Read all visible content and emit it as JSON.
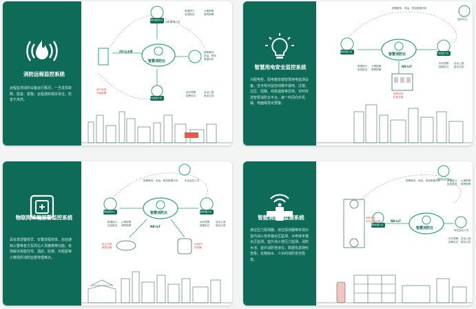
{
  "cards": [
    {
      "title": "消防远程监控系统",
      "desc": "远程监测消防设备运行概况，一旦发现故障、隐患、报警，远程通知相关单位，防患于未然。",
      "icon": "fire-wifi-icon",
      "cloud": "智慧消防云",
      "network": "4G/以太网",
      "nodes": [
        "消防监控中心",
        "消防管理人员",
        "数据统计\n信息推送",
        "火警报警\n故障报警",
        "报警服务\n电话、短信\n数据分析",
        "安全监控人员",
        "实时预警\n接警定位",
        "自动上报\n报告记录",
        "用户信息\n传输装置"
      ]
    },
    {
      "title": "智慧用电安全监控系统",
      "desc": "为配电柜、配电箱安装智慧用电监测设备，全天候对监控线路中漏电、过载、过压、短路、线缆温度等异常，实时传送智慧消防云平台，第一时间向手机端、电脑端发出预警。",
      "icon": "bulb-icon",
      "cloud": "智慧消防云",
      "network": "NB-IoT",
      "nodes": [
        "报警服务、电话、短信数据分析",
        "监控中心",
        "消防管理人员",
        "数据统计\n信息推送",
        "火警报警\n故障报警",
        "安全监控人员",
        "实时预警\n接警定位",
        "自动上报\n报告记录",
        "智慧用电\n检测设备"
      ]
    },
    {
      "title": "物联网终端报警监控系统",
      "desc": "具有发现警情早、安警流程简单、自动通知火警等各方及周边人员撤离等功能。有效解决家庭住宅、酒店、民宿、出租屋等小微场所消防监督管理难点。",
      "icon": "detector-icon",
      "cloud": "智慧消防云",
      "network": "NB-IoT",
      "nodes": [
        "报警服务、电话、短信数据分析",
        "消防监控中心",
        "消防管理人员",
        "数据统计\n信息推送",
        "火警报警\n故障报警",
        "安全监控人员",
        "实时预警\n接警定位",
        "自动上报\n报告记录",
        "独立式感\n烟探测器",
        "NB燃气\n探测器"
      ]
    },
    {
      "title": "智能消防水监测系统",
      "desc": "通过压力探测器、液位探测器等实现对室内消火栓末端水压监测、水喷淋末端水压监测，室外消火栓压力监测、消防水池、室外消防栓液位，数据信息随时查看，杜绝缺水、少水的消防安全隐患。",
      "icon": "valve-wifi-icon",
      "cloud": "智慧消防云",
      "network": "NB-IoT",
      "nodes": [
        "报警服务、电话、短信数据分析",
        "消防监控中心",
        "消防管理人员",
        "数据统计\n信息推送",
        "火警报警\n故障报警",
        "安全监控人员",
        "实时预警\n接警定位",
        "自动上报\n报告记录",
        "消防水压\n水位监测设备"
      ]
    }
  ],
  "colors": {
    "brand": "#0e6b57",
    "accent": "#25a37f",
    "line": "#7bb9a6"
  }
}
